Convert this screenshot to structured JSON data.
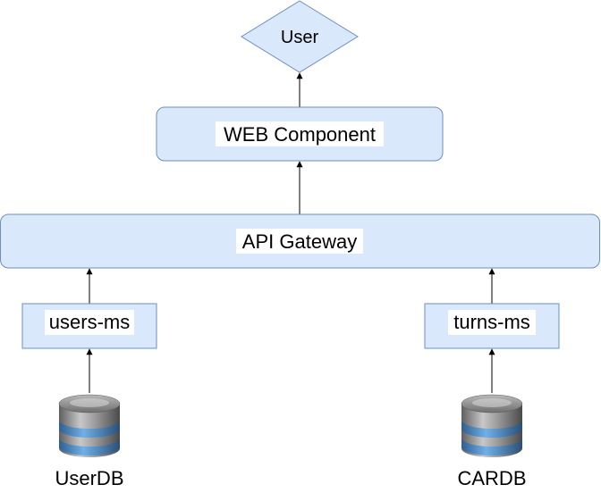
{
  "colors": {
    "node_fill": "#dae8fc",
    "node_stroke": "#6c8ebf",
    "edge": "#000000",
    "db_body": "#7d7d7d",
    "db_band": "#4f8fc9"
  },
  "nodes": {
    "user": {
      "label": "User",
      "shape": "diamond"
    },
    "web_component": {
      "label": "WEB Component",
      "shape": "rounded-rectangle"
    },
    "api_gateway": {
      "label": "API Gateway",
      "shape": "rounded-rectangle"
    },
    "users_ms": {
      "label": "users-ms",
      "shape": "rectangle"
    },
    "turns_ms": {
      "label": "turns-ms",
      "shape": "rectangle"
    },
    "userdb": {
      "label": "UserDB",
      "icon": "database-icon"
    },
    "cardb": {
      "label": "CARDB",
      "icon": "database-icon"
    }
  },
  "edges": [
    {
      "from": "web_component",
      "to": "user"
    },
    {
      "from": "api_gateway",
      "to": "web_component"
    },
    {
      "from": "users_ms",
      "to": "api_gateway"
    },
    {
      "from": "turns_ms",
      "to": "api_gateway"
    },
    {
      "from": "userdb",
      "to": "users_ms"
    },
    {
      "from": "cardb",
      "to": "turns_ms"
    }
  ]
}
